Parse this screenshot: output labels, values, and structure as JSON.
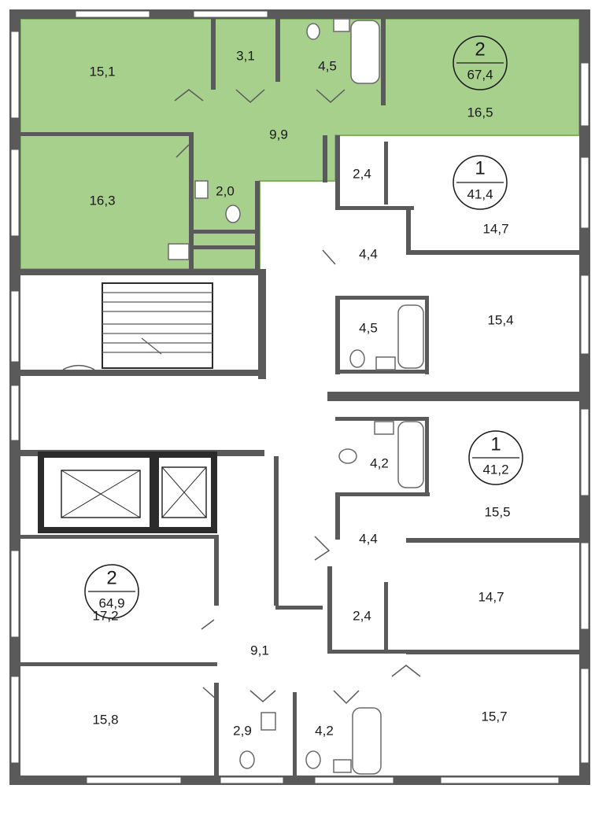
{
  "colors": {
    "wall": "#5a5a5a",
    "wall_dark": "#2b2b2b",
    "highlight": "#a8d08d",
    "highlight_border": "#7fb060",
    "fixture": "#6a6a6a",
    "window": "#ffffff"
  },
  "apartments": [
    {
      "id": "apt-top",
      "rooms_count": "2",
      "area": "67,4",
      "highlighted": true
    },
    {
      "id": "apt-right-upper",
      "rooms_count": "1",
      "area": "41,4",
      "highlighted": false
    },
    {
      "id": "apt-right-lower",
      "rooms_count": "1",
      "area": "41,2",
      "highlighted": false
    },
    {
      "id": "apt-bottom-left",
      "rooms_count": "2",
      "area": "64,9",
      "highlighted": false
    }
  ],
  "rooms": [
    {
      "key": "r1",
      "label": "15,1"
    },
    {
      "key": "r2",
      "label": "3,1"
    },
    {
      "key": "r3",
      "label": "4,5"
    },
    {
      "key": "r4",
      "label": "16,5"
    },
    {
      "key": "r5",
      "label": "9,9"
    },
    {
      "key": "r6",
      "label": "16,3"
    },
    {
      "key": "r7",
      "label": "2,0"
    },
    {
      "key": "r8",
      "label": "2,4"
    },
    {
      "key": "r9",
      "label": "14,7"
    },
    {
      "key": "r10",
      "label": "4,4"
    },
    {
      "key": "r11",
      "label": "4,5"
    },
    {
      "key": "r12",
      "label": "15,4"
    },
    {
      "key": "r13",
      "label": "4,2"
    },
    {
      "key": "r14",
      "label": "15,5"
    },
    {
      "key": "r15",
      "label": "4,4"
    },
    {
      "key": "r16",
      "label": "14,7"
    },
    {
      "key": "r17",
      "label": "2,4"
    },
    {
      "key": "r18",
      "label": "17,2"
    },
    {
      "key": "r19",
      "label": "9,1"
    },
    {
      "key": "r20",
      "label": "15,8"
    },
    {
      "key": "r21",
      "label": "2,9"
    },
    {
      "key": "r22",
      "label": "4,2"
    },
    {
      "key": "r23",
      "label": "15,7"
    }
  ]
}
